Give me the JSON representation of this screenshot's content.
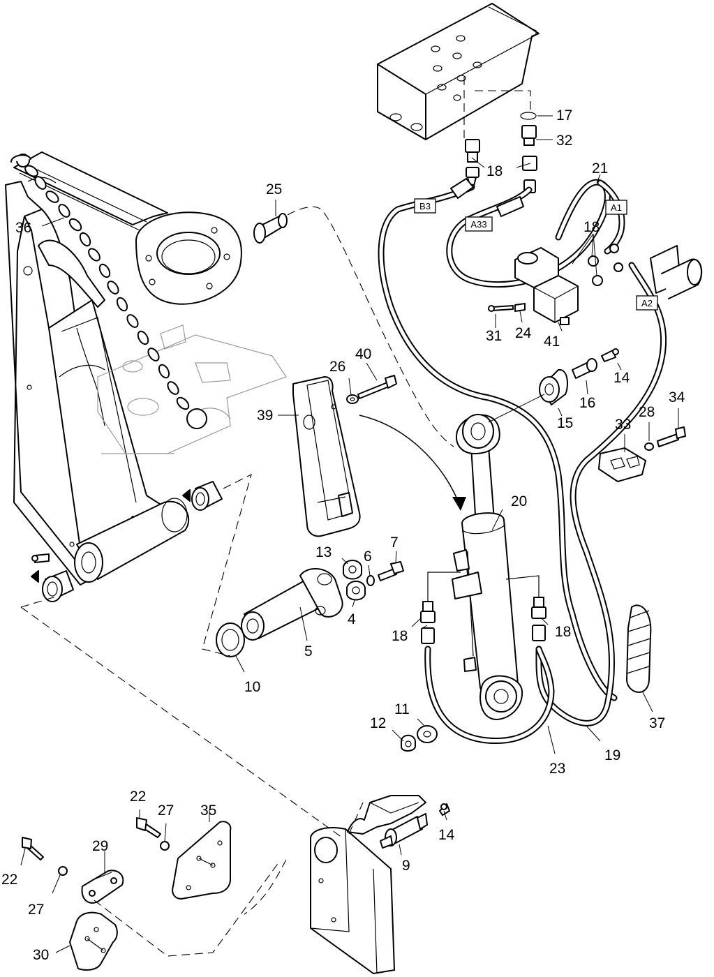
{
  "callouts": [
    {
      "id": "c36",
      "label": "36"
    },
    {
      "id": "c25",
      "label": "25"
    },
    {
      "id": "c17",
      "label": "17"
    },
    {
      "id": "c32",
      "label": "32"
    },
    {
      "id": "c18a",
      "label": "18"
    },
    {
      "id": "c21",
      "label": "21"
    },
    {
      "id": "c18b",
      "label": "18"
    },
    {
      "id": "c31",
      "label": "31"
    },
    {
      "id": "c24",
      "label": "24"
    },
    {
      "id": "c41",
      "label": "41"
    },
    {
      "id": "c14a",
      "label": "14"
    },
    {
      "id": "c26",
      "label": "26"
    },
    {
      "id": "c40",
      "label": "40"
    },
    {
      "id": "c39",
      "label": "39"
    },
    {
      "id": "c15",
      "label": "15"
    },
    {
      "id": "c16",
      "label": "16"
    },
    {
      "id": "c34",
      "label": "34"
    },
    {
      "id": "c28",
      "label": "28"
    },
    {
      "id": "c33",
      "label": "33"
    },
    {
      "id": "c20",
      "label": "20"
    },
    {
      "id": "c13",
      "label": "13"
    },
    {
      "id": "c6",
      "label": "6"
    },
    {
      "id": "c7",
      "label": "7"
    },
    {
      "id": "c4",
      "label": "4"
    },
    {
      "id": "c5",
      "label": "5"
    },
    {
      "id": "c18c",
      "label": "18"
    },
    {
      "id": "c18d",
      "label": "18"
    },
    {
      "id": "c10",
      "label": "10"
    },
    {
      "id": "c11",
      "label": "11"
    },
    {
      "id": "c12",
      "label": "12"
    },
    {
      "id": "c37",
      "label": "37"
    },
    {
      "id": "c19",
      "label": "19"
    },
    {
      "id": "c23",
      "label": "23"
    },
    {
      "id": "c22a",
      "label": "22"
    },
    {
      "id": "c27a",
      "label": "27"
    },
    {
      "id": "c35",
      "label": "35"
    },
    {
      "id": "c14b",
      "label": "14"
    },
    {
      "id": "c29",
      "label": "29"
    },
    {
      "id": "c9",
      "label": "9"
    },
    {
      "id": "c22b",
      "label": "22"
    },
    {
      "id": "c27b",
      "label": "27"
    },
    {
      "id": "c30",
      "label": "30"
    }
  ],
  "port_tags": [
    {
      "id": "B3",
      "label": "B3"
    },
    {
      "id": "A33",
      "label": "A33"
    },
    {
      "id": "A1",
      "label": "A1"
    },
    {
      "id": "A2",
      "label": "A2"
    }
  ]
}
